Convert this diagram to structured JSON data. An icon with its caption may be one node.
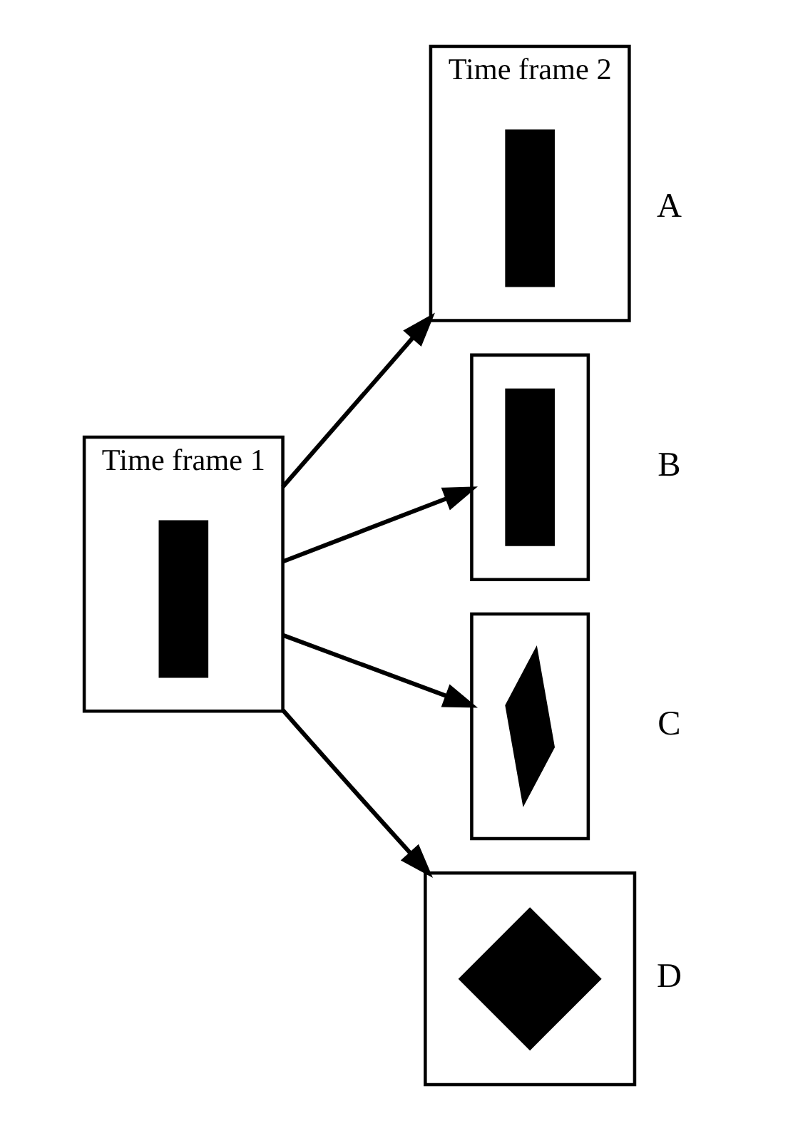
{
  "diagram": {
    "nodes": [
      {
        "text": [
          "Time frame 1"
        ]
      },
      {
        "text": [],
        "shape": "bar",
        "in": 0
      },
      {
        "text": [
          "Time frame 2"
        ],
        "beside": [
          "A"
        ]
      },
      {
        "text": [],
        "shape": "bar",
        "in": 2
      },
      {
        "text": [],
        "shape": "box",
        "beside": [
          "B"
        ]
      },
      {
        "text": [],
        "shape": "bar",
        "in": 4
      },
      {
        "text": [],
        "shape": "box",
        "beside": [
          "C"
        ]
      },
      {
        "text": [],
        "shape": "bar",
        "in": 6
      },
      {
        "text": [],
        "shape": "box",
        "beside": [
          "D"
        ]
      },
      {
        "text": [],
        "shape": "diamond",
        "in": 8
      }
    ],
    "edges": [
      {
        "from": 0,
        "to": 2,
        "arrow": "to"
      },
      {
        "from": 0,
        "to": 4,
        "arrow": "to"
      },
      {
        "from": 0,
        "to": 6,
        "arrow": "to"
      },
      {
        "from": 0,
        "to": 8,
        "arrow": "to"
      }
    ]
  }
}
